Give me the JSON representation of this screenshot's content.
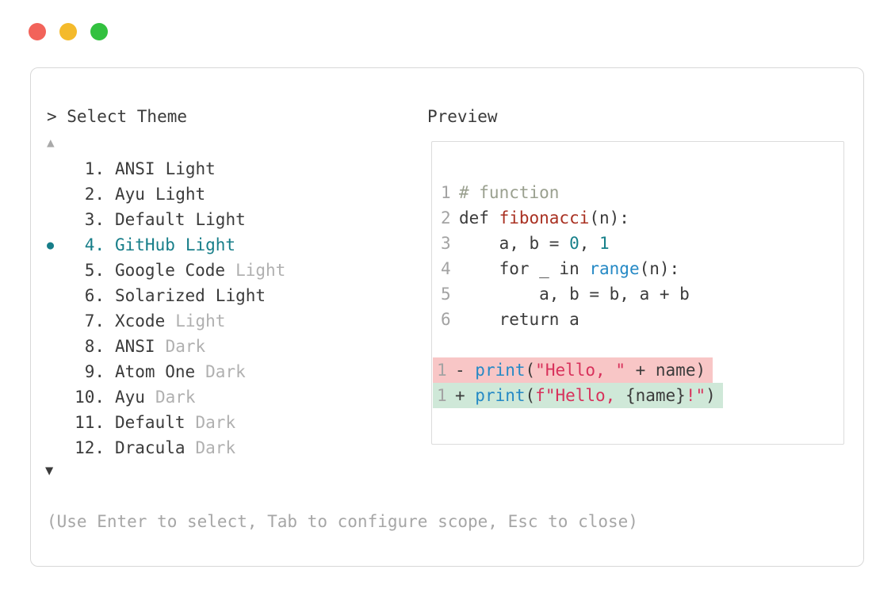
{
  "window": {
    "traffic_lights": [
      {
        "name": "close-button",
        "color": "#f2635a"
      },
      {
        "name": "minimize-button",
        "color": "#f4ba2b"
      },
      {
        "name": "maximize-button",
        "color": "#32c13f"
      }
    ]
  },
  "theme_selector": {
    "title": "> Select Theme",
    "scroll_up_icon": "▲",
    "scroll_down_icon": "▼",
    "items": [
      {
        "number": "1.",
        "name": "ANSI",
        "variant": "Light",
        "variant_dimmed": false,
        "selected": false
      },
      {
        "number": "2.",
        "name": "Ayu",
        "variant": "Light",
        "variant_dimmed": false,
        "selected": false
      },
      {
        "number": "3.",
        "name": "Default",
        "variant": "Light",
        "variant_dimmed": false,
        "selected": false
      },
      {
        "number": "4.",
        "name": "GitHub",
        "variant": "Light",
        "variant_dimmed": false,
        "selected": true
      },
      {
        "number": "5.",
        "name": "Google Code",
        "variant": "Light",
        "variant_dimmed": true,
        "selected": false
      },
      {
        "number": "6.",
        "name": "Solarized",
        "variant": "Light",
        "variant_dimmed": false,
        "selected": false
      },
      {
        "number": "7.",
        "name": "Xcode",
        "variant": "Light",
        "variant_dimmed": true,
        "selected": false
      },
      {
        "number": "8.",
        "name": "ANSI",
        "variant": "Dark",
        "variant_dimmed": true,
        "selected": false
      },
      {
        "number": "9.",
        "name": "Atom One",
        "variant": "Dark",
        "variant_dimmed": true,
        "selected": false
      },
      {
        "number": "10.",
        "name": "Ayu",
        "variant": "Dark",
        "variant_dimmed": true,
        "selected": false
      },
      {
        "number": "11.",
        "name": "Default",
        "variant": "Dark",
        "variant_dimmed": true,
        "selected": false
      },
      {
        "number": "12.",
        "name": "Dracula",
        "variant": "Dark",
        "variant_dimmed": true,
        "selected": false
      }
    ],
    "selected_bullet_icon": "●",
    "footer_hint": "(Use Enter to select, Tab to configure scope, Esc to close)"
  },
  "preview": {
    "title": "Preview",
    "code_lines": [
      {
        "num": "1",
        "segments": [
          {
            "text": "# function",
            "color": "comment"
          }
        ]
      },
      {
        "num": "2",
        "segments": [
          {
            "text": "def ",
            "color": "text"
          },
          {
            "text": "fibonacci",
            "color": "function"
          },
          {
            "text": "(n):",
            "color": "text"
          }
        ]
      },
      {
        "num": "3",
        "segments": [
          {
            "text": "    a, b = ",
            "color": "text"
          },
          {
            "text": "0",
            "color": "number"
          },
          {
            "text": ", ",
            "color": "text"
          },
          {
            "text": "1",
            "color": "number"
          }
        ]
      },
      {
        "num": "4",
        "segments": [
          {
            "text": "    for _ in ",
            "color": "text"
          },
          {
            "text": "range",
            "color": "builtin"
          },
          {
            "text": "(n):",
            "color": "text"
          }
        ]
      },
      {
        "num": "5",
        "segments": [
          {
            "text": "        a, b = b, a + b",
            "color": "text"
          }
        ]
      },
      {
        "num": "6",
        "segments": [
          {
            "text": "    return a",
            "color": "text"
          }
        ]
      }
    ],
    "diff_lines": [
      {
        "num": "1",
        "kind": "removed",
        "segments": [
          {
            "text": "- ",
            "color": "text"
          },
          {
            "text": "print",
            "color": "builtin"
          },
          {
            "text": "(",
            "color": "text"
          },
          {
            "text": "\"Hello, \"",
            "color": "string"
          },
          {
            "text": " + name)",
            "color": "text"
          }
        ]
      },
      {
        "num": "1",
        "kind": "added",
        "segments": [
          {
            "text": "+ ",
            "color": "text"
          },
          {
            "text": "print",
            "color": "builtin"
          },
          {
            "text": "(",
            "color": "text"
          },
          {
            "text": "f\"Hello, ",
            "color": "string"
          },
          {
            "text": "{name}",
            "color": "text"
          },
          {
            "text": "!\"",
            "color": "string"
          },
          {
            "text": ")",
            "color": "text"
          }
        ]
      }
    ]
  },
  "colors": {
    "text": "#3b3b3b",
    "dim": "#b0b0b0",
    "hint": "#a6a6a6",
    "linenum": "#a3a3a3",
    "arrow_dim": "#a9a9a9",
    "accent": "#177e89",
    "comment": "#9aa08f",
    "function": "#a93122",
    "number": "#17808a",
    "builtin": "#2589c5",
    "string": "#d8315b",
    "removed_bg": "#f8c6c6",
    "added_bg": "#cfe8d8",
    "border": "#d8d8d8",
    "border2": "#dcdcdc"
  }
}
